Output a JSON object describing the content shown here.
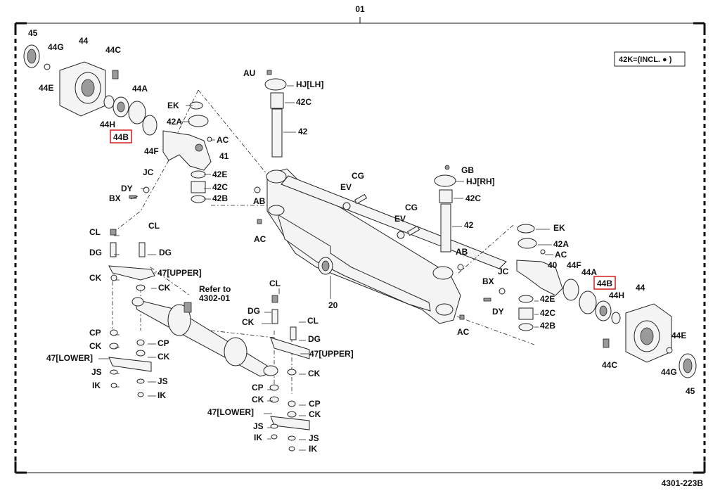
{
  "diagram": {
    "page_number": "01",
    "drawing_number": "4301-223B",
    "legend_note": "42K=(INCL. ● )",
    "refer_note_line1": "Refer to",
    "refer_note_line2": "4302-01",
    "highlighted_part": "44B",
    "labels": {
      "l45a": "45",
      "l44a": "44",
      "l44G_a": "44G",
      "l44C_a": "44C",
      "l44E_a": "44E",
      "l44A_a": "44A",
      "l44H_a": "44H",
      "l44B_a": "44B",
      "l44F_a": "44F",
      "lEK_a": "EK",
      "l42A_a": "42A",
      "lAC_a": "AC",
      "l41": "41",
      "l42E_a": "42E",
      "l42C_a": "42C",
      "l42B_a": "42B",
      "lJC_a": "JC",
      "lDY_a": "DY",
      "lBX_a": "BX",
      "lAU": "AU",
      "lHJLH": "HJ[LH]",
      "l42C_b": "42C",
      "l42": "42",
      "lAB_a": "AB",
      "lAC_b": "AC",
      "lCG_a": "CG",
      "lEV_a": "EV",
      "lCG_b": "CG",
      "lEV_b": "EV",
      "lGB": "GB",
      "lHJRH": "HJ[RH]",
      "l42C_c": "42C",
      "l42b": "42",
      "lAB_b": "AB",
      "l20": "20",
      "lAC_c": "AC",
      "lEK_b": "EK",
      "l42A_b": "42A",
      "lAC_d": "AC",
      "l40": "40",
      "l44F_b": "44F",
      "l44A_b": "44A",
      "l44B_b": "44B",
      "l44H_b": "44H",
      "l44b": "44",
      "lJC_b": "JC",
      "lBX_b": "BX",
      "lDY_b": "DY",
      "l42E_b": "42E",
      "l42C_d": "42C",
      "l42B_b": "42B",
      "l44E_b": "44E",
      "l44C_b": "44C",
      "l44G_b": "44G",
      "l45b": "45",
      "lCL_a": "CL",
      "lDG_a": "DG",
      "lCL_b": "CL",
      "lDG_b": "DG",
      "l47U_a": "47[UPPER]",
      "lCK_a": "CK",
      "lCK_b": "CK",
      "lCP_a": "CP",
      "lCK_c": "CK",
      "lCP_b": "CP",
      "l47L_a": "47[LOWER]",
      "lCK_d": "CK",
      "lJS_a": "JS",
      "lJS_b": "JS",
      "lIK_a": "IK",
      "lIK_b": "IK",
      "lCL_c": "CL",
      "lDG_c": "DG",
      "lCL_d": "CL",
      "lCK_e": "CK",
      "lDG_d": "DG",
      "l47U_b": "47[UPPER]",
      "lCK_f": "CK",
      "lCP_c": "CP",
      "lCK_g": "CK",
      "lCP_d": "CP",
      "l47L_b": "47[LOWER]",
      "lCK_h": "CK",
      "lJS_c": "JS",
      "lJS_d": "JS",
      "lIK_c": "IK",
      "lIK_d": "IK"
    }
  }
}
